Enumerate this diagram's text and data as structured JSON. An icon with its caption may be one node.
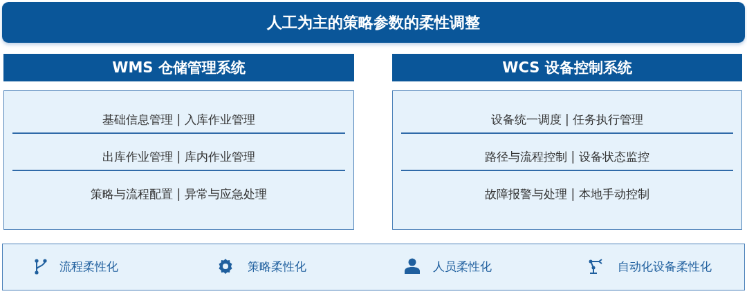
{
  "diagram": {
    "nodes": [
      {
        "text": [
          "人工为主的策略参数的柔性调整"
        ]
      },
      {
        "text": [
          "WMS 仓储管理系统"
        ]
      },
      {
        "text": [
          "基础信息管理 | 入库作业管理",
          "出库作业管理 | 库内作业管理",
          "策略与流程配置 | 异常与应急处理"
        ]
      },
      {
        "text": [
          "WCS 设备控制系统"
        ]
      },
      {
        "text": [
          "设备统一调度 | 任务执行管理",
          "路径与流程控制 | 设备状态监控",
          "故障报警与处理 | 本地手动控制"
        ]
      },
      {
        "text": [
          "流程柔性化",
          "策略柔性化",
          "人员柔性化",
          "自动化设备柔性化"
        ]
      }
    ]
  }
}
